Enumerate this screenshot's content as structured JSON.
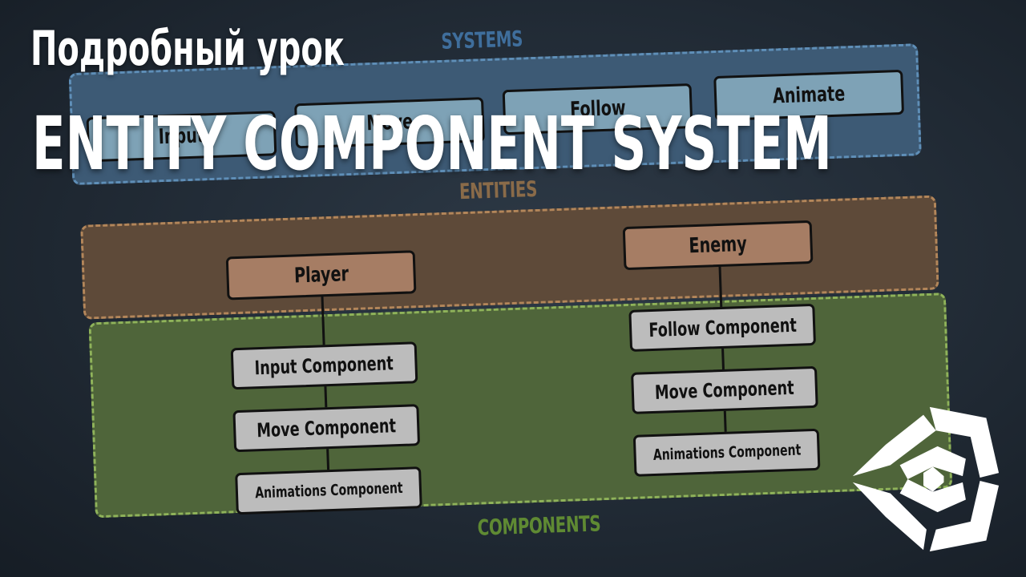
{
  "title": {
    "line1": "Подробный урок",
    "line2": "ENTITY COMPONENT SYSTEM"
  },
  "diagram": {
    "systems": {
      "label": "SYSTEMS",
      "items": [
        "Input",
        "Move",
        "Follow",
        "Animate"
      ]
    },
    "entities": {
      "label": "ENTITIES",
      "items": [
        "Player",
        "Enemy"
      ]
    },
    "components": {
      "label": "COMPONENTS",
      "player": [
        "Input Component",
        "Move Component",
        "Animations Component"
      ],
      "enemy": [
        "Follow Component",
        "Move Component",
        "Animations Component"
      ]
    }
  },
  "logo": "unity-logo-icon",
  "colors": {
    "systems_fill": "#3d5a75",
    "entities_fill": "#5e4a39",
    "components_fill": "#4f653a",
    "systems_label": "#3f6e9c",
    "entities_label": "#8a6b49",
    "components_label": "#5f8a33"
  }
}
